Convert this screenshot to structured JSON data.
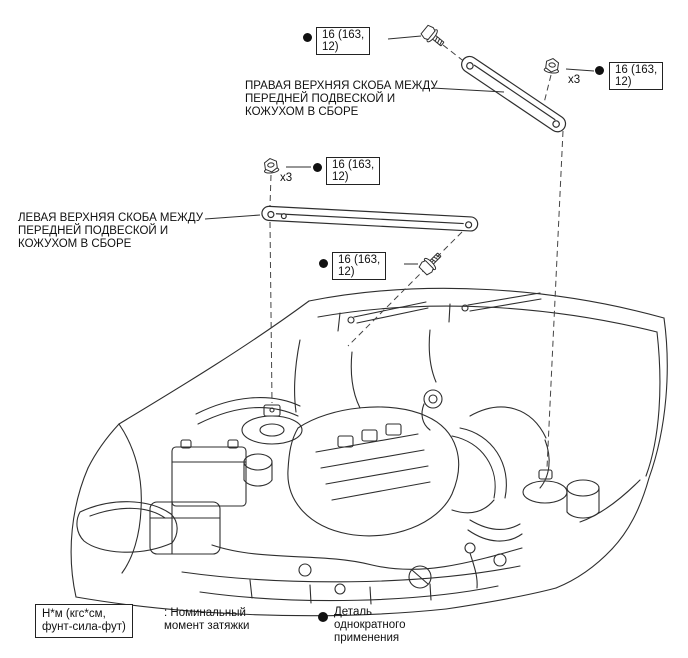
{
  "torque_spec": {
    "line1": "16 (163,",
    "line2": "12)"
  },
  "callouts": {
    "x3": "x3",
    "right_brace_label_lines": [
      "ПРАВАЯ ВЕРХНЯЯ СКОБА МЕЖДУ",
      "ПЕРЕДНЕЙ ПОДВЕСКОЙ И",
      "КОЖУХОМ В СБОРЕ"
    ],
    "left_brace_label_lines": [
      "ЛЕВАЯ ВЕРХНЯЯ СКОБА МЕЖДУ",
      "ПЕРЕДНЕЙ ПОДВЕСКОЙ И",
      "КОЖУХОМ В СБОРЕ"
    ]
  },
  "legend": {
    "torque_box_lines": [
      "Н*м (кгс*см,",
      "фунт-сила-фут)"
    ],
    "torque_desc_lines": [
      ": Номинальный",
      "момент затяжки"
    ],
    "nonreusable_lines": [
      "Деталь",
      "однократного",
      "применения"
    ]
  },
  "colors": {
    "ink": "#2e2e2e",
    "text": "#111111",
    "background": "#ffffff"
  }
}
